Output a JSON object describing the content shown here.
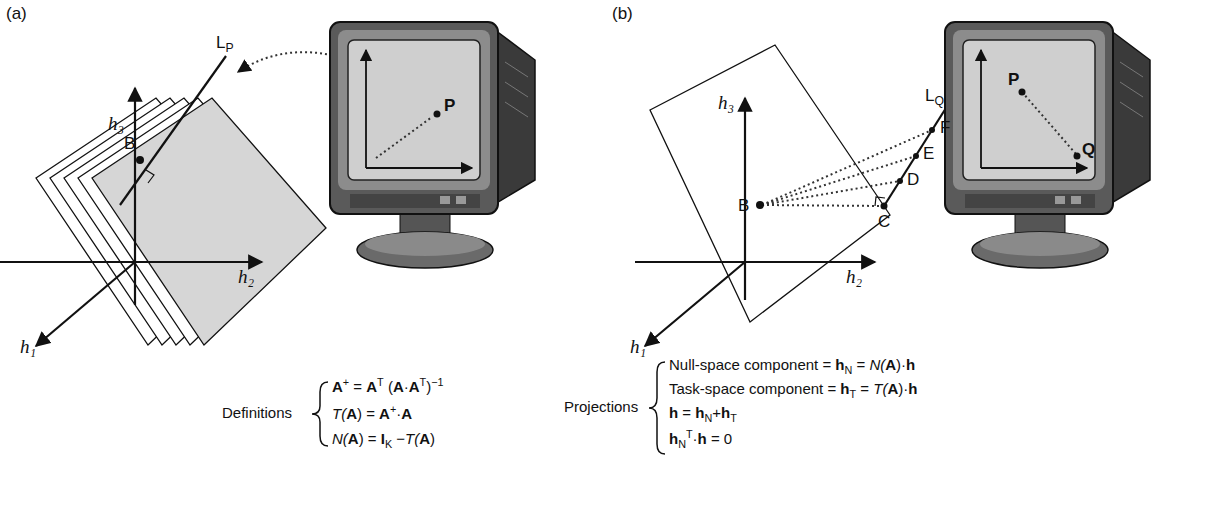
{
  "diagram": {
    "labels": [
      "(a)",
      "L",
      "P",
      "h₃",
      "B",
      "h₂",
      "h₁",
      "P",
      "(b)",
      "h₃",
      "L",
      "Q",
      "F",
      "E",
      "B",
      "D",
      "C",
      "h₂",
      "h₁",
      "P",
      "Q",
      "Definitions",
      "A",
      "+",
      " = ",
      "A",
      "T",
      " (",
      "A",
      "·",
      "A",
      "T",
      ")",
      "−1",
      "T(",
      "A",
      ") = ",
      "A",
      "+",
      "·",
      "A",
      "N(",
      "A",
      ") = ",
      "I",
      "K",
      " −",
      "T(",
      "A",
      ")",
      "Projections",
      "Null-space component = ",
      "h",
      "N",
      " = ",
      "N(",
      "A",
      ")",
      "·",
      "h",
      "Task-space component = ",
      "h",
      "T",
      " = ",
      "T(",
      "A",
      ")",
      "·",
      "h",
      "h",
      " = ",
      "h",
      "N",
      "+",
      "h",
      "T",
      "h",
      "N",
      "T",
      "·",
      "h",
      " = 0"
    ]
  }
}
